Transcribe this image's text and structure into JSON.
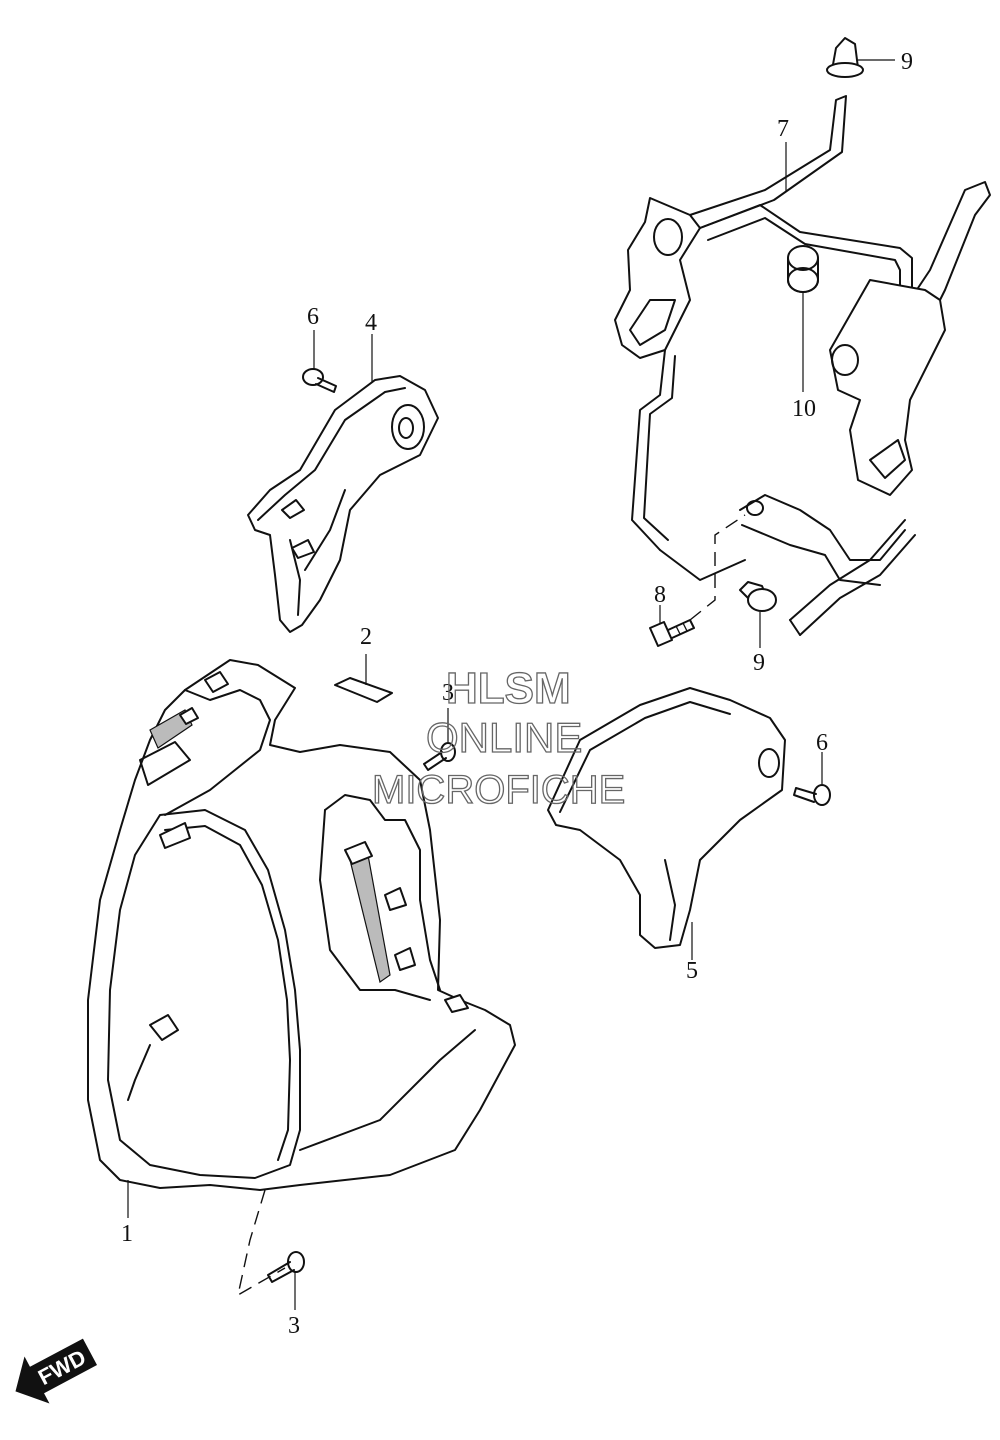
{
  "diagram": {
    "callouts": [
      {
        "id": "callout-1",
        "label": "1"
      },
      {
        "id": "callout-2",
        "label": "2"
      },
      {
        "id": "callout-3a",
        "label": "3"
      },
      {
        "id": "callout-3b",
        "label": "3"
      },
      {
        "id": "callout-4",
        "label": "4"
      },
      {
        "id": "callout-5",
        "label": "5"
      },
      {
        "id": "callout-6a",
        "label": "6"
      },
      {
        "id": "callout-6b",
        "label": "6"
      },
      {
        "id": "callout-7",
        "label": "7"
      },
      {
        "id": "callout-8",
        "label": "8"
      },
      {
        "id": "callout-9a",
        "label": "9"
      },
      {
        "id": "callout-9b",
        "label": "9"
      },
      {
        "id": "callout-10",
        "label": "10"
      }
    ],
    "watermark": {
      "line1": "HLSM",
      "line2": "ONLINE",
      "line3": "MICROFICHE"
    },
    "direction_label": "FWD"
  }
}
